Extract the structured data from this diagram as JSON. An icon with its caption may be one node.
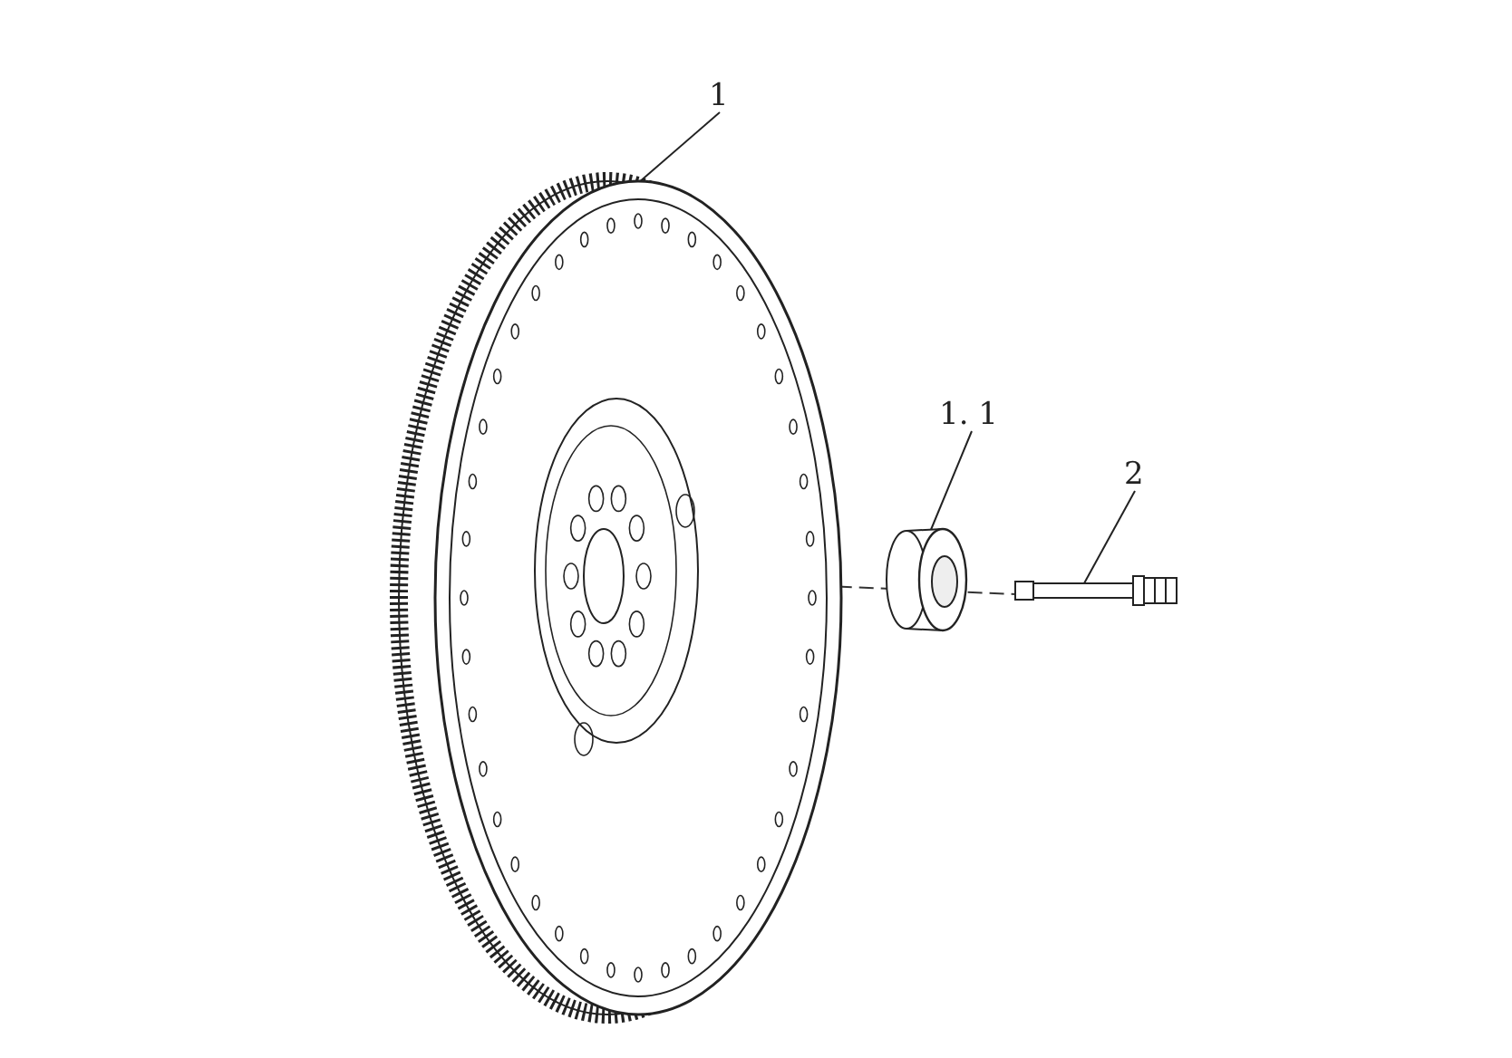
{
  "diagram": {
    "nodes": [
      {
        "text": [
          "1"
        ]
      },
      {
        "text": [],
        "shape": "picture"
      },
      {
        "text": [
          "1. 1"
        ]
      },
      {
        "text": [],
        "shape": "picture"
      },
      {
        "text": [
          "2"
        ]
      },
      {
        "text": [],
        "shape": "picture"
      }
    ],
    "edges": [
      {
        "from": 0,
        "to": 1,
        "arrow": "none"
      },
      {
        "from": 2,
        "to": 3,
        "arrow": "none"
      },
      {
        "from": 4,
        "to": 5,
        "arrow": "none"
      }
    ]
  }
}
